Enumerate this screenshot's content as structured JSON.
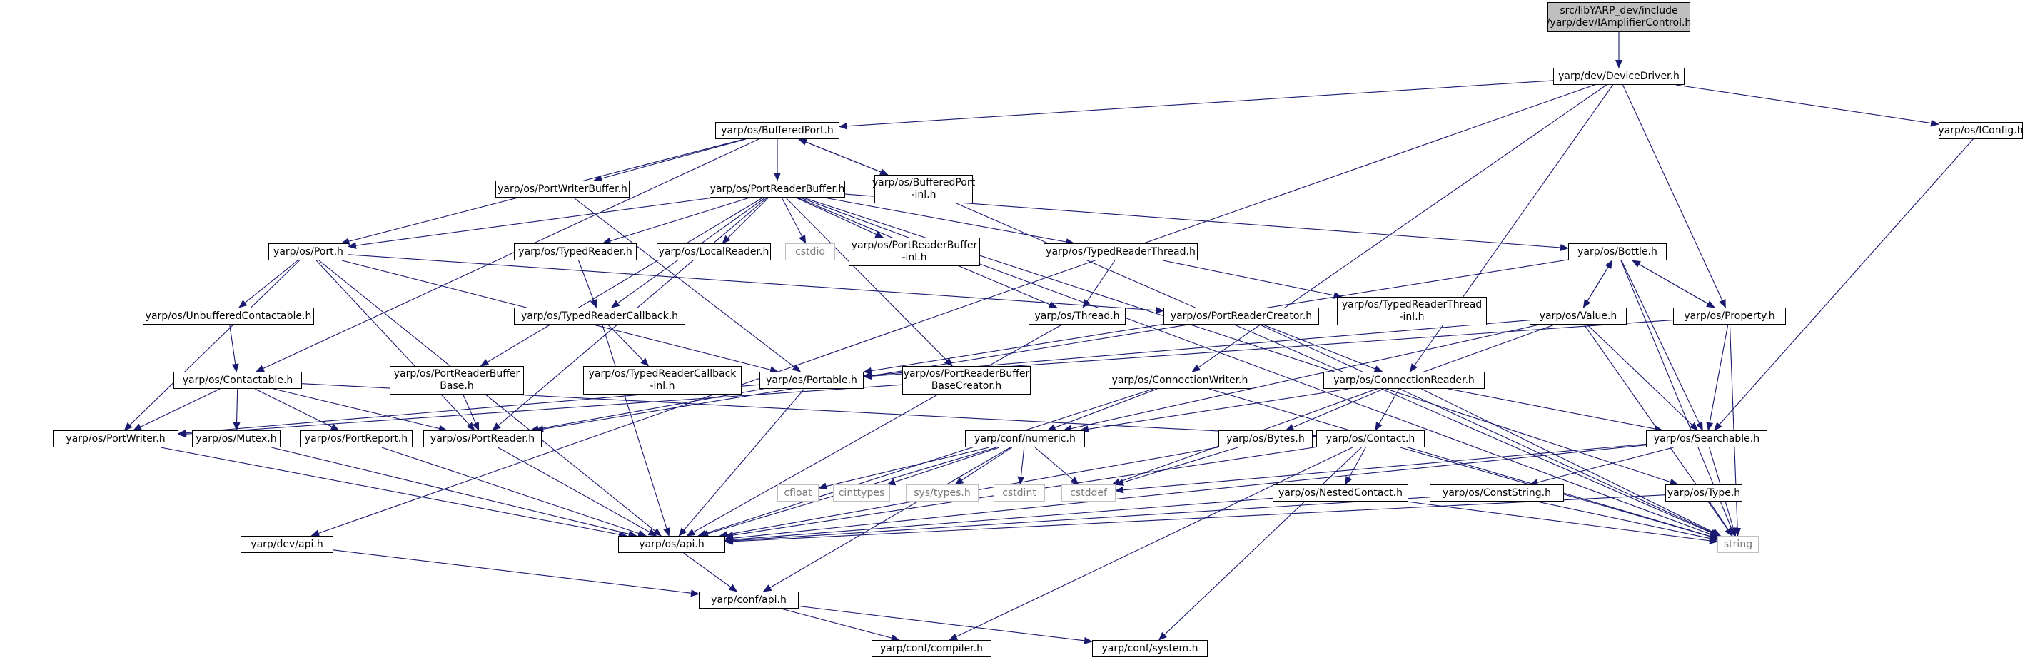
{
  "graph": {
    "colors": {
      "edge": "#191970",
      "border": "#000000",
      "root_fill": "#bfbfbf",
      "system_border": "#bfbfbf",
      "system_text": "#7a7a7a"
    },
    "nodes": [
      {
        "id": "root",
        "label": "src/libYARP_dev/include\n/yarp/dev/IAmplifierControl.h",
        "kind": "root"
      },
      {
        "id": "devdriver",
        "label": "yarp/dev/DeviceDriver.h"
      },
      {
        "id": "bufport",
        "label": "yarp/os/BufferedPort.h"
      },
      {
        "id": "iconfig",
        "label": "yarp/os/IConfig.h"
      },
      {
        "id": "pwbuf",
        "label": "yarp/os/PortWriterBuffer.h"
      },
      {
        "id": "prbuf",
        "label": "yarp/os/PortReaderBuffer.h"
      },
      {
        "id": "bufportinl",
        "label": "yarp/os/BufferedPort\n-inl.h"
      },
      {
        "id": "port",
        "label": "yarp/os/Port.h"
      },
      {
        "id": "typedreader",
        "label": "yarp/os/TypedReader.h"
      },
      {
        "id": "localreader",
        "label": "yarp/os/LocalReader.h"
      },
      {
        "id": "cstdio",
        "label": "cstdio",
        "kind": "sys"
      },
      {
        "id": "prbufinl",
        "label": "yarp/os/PortReaderBuffer\n-inl.h"
      },
      {
        "id": "trthread",
        "label": "yarp/os/TypedReaderThread.h"
      },
      {
        "id": "bottle",
        "label": "yarp/os/Bottle.h"
      },
      {
        "id": "unbuf",
        "label": "yarp/os/UnbufferedContactable.h"
      },
      {
        "id": "trcb",
        "label": "yarp/os/TypedReaderCallback.h"
      },
      {
        "id": "thread",
        "label": "yarp/os/Thread.h"
      },
      {
        "id": "prcreator",
        "label": "yarp/os/PortReaderCreator.h"
      },
      {
        "id": "trthreadinl",
        "label": "yarp/os/TypedReaderThread\n-inl.h"
      },
      {
        "id": "value",
        "label": "yarp/os/Value.h"
      },
      {
        "id": "property",
        "label": "yarp/os/Property.h"
      },
      {
        "id": "contactable",
        "label": "yarp/os/Contactable.h"
      },
      {
        "id": "prbufbase",
        "label": "yarp/os/PortReaderBuffer\nBase.h"
      },
      {
        "id": "trcbinl",
        "label": "yarp/os/TypedReaderCallback\n-inl.h"
      },
      {
        "id": "portable",
        "label": "yarp/os/Portable.h"
      },
      {
        "id": "prbufbasecreator",
        "label": "yarp/os/PortReaderBuffer\nBaseCreator.h"
      },
      {
        "id": "connwriter",
        "label": "yarp/os/ConnectionWriter.h"
      },
      {
        "id": "connreader",
        "label": "yarp/os/ConnectionReader.h"
      },
      {
        "id": "portwriter",
        "label": "yarp/os/PortWriter.h"
      },
      {
        "id": "mutex",
        "label": "yarp/os/Mutex.h"
      },
      {
        "id": "portreport",
        "label": "yarp/os/PortReport.h"
      },
      {
        "id": "portreader",
        "label": "yarp/os/PortReader.h"
      },
      {
        "id": "numeric",
        "label": "yarp/conf/numeric.h"
      },
      {
        "id": "bytes",
        "label": "yarp/os/Bytes.h"
      },
      {
        "id": "contact",
        "label": "yarp/os/Contact.h"
      },
      {
        "id": "searchable",
        "label": "yarp/os/Searchable.h"
      },
      {
        "id": "cfloat",
        "label": "cfloat",
        "kind": "sys"
      },
      {
        "id": "cinttypes",
        "label": "cinttypes",
        "kind": "sys"
      },
      {
        "id": "systypes",
        "label": "sys/types.h",
        "kind": "sys"
      },
      {
        "id": "cstdint",
        "label": "cstdint",
        "kind": "sys"
      },
      {
        "id": "cstddef",
        "label": "cstddef",
        "kind": "sys"
      },
      {
        "id": "nested",
        "label": "yarp/os/NestedContact.h"
      },
      {
        "id": "conststring",
        "label": "yarp/os/ConstString.h"
      },
      {
        "id": "type",
        "label": "yarp/os/Type.h"
      },
      {
        "id": "devapi",
        "label": "yarp/dev/api.h"
      },
      {
        "id": "osapi",
        "label": "yarp/os/api.h"
      },
      {
        "id": "string",
        "label": "string",
        "kind": "sys"
      },
      {
        "id": "confapi",
        "label": "yarp/conf/api.h"
      },
      {
        "id": "compiler",
        "label": "yarp/conf/compiler.h"
      },
      {
        "id": "system",
        "label": "yarp/conf/system.h"
      }
    ],
    "edges": [
      [
        "root",
        "devdriver"
      ],
      [
        "devdriver",
        "bufport"
      ],
      [
        "devdriver",
        "iconfig"
      ],
      [
        "devdriver",
        "property"
      ],
      [
        "devdriver",
        "devapi"
      ],
      [
        "devdriver",
        "connwriter"
      ],
      [
        "devdriver",
        "connreader"
      ],
      [
        "bufport",
        "pwbuf"
      ],
      [
        "bufport",
        "prbuf"
      ],
      [
        "bufport",
        "bufportinl"
      ],
      [
        "bufport",
        "port"
      ],
      [
        "bufport",
        "contactable"
      ],
      [
        "bufportinl",
        "bufport"
      ],
      [
        "bufportinl",
        "string"
      ],
      [
        "iconfig",
        "searchable"
      ],
      [
        "pwbuf",
        "portable"
      ],
      [
        "prbuf",
        "port"
      ],
      [
        "prbuf",
        "typedreader"
      ],
      [
        "prbuf",
        "localreader"
      ],
      [
        "prbuf",
        "cstdio"
      ],
      [
        "prbuf",
        "prbufinl"
      ],
      [
        "prbuf",
        "trthread"
      ],
      [
        "prbuf",
        "bottle"
      ],
      [
        "prbuf",
        "trcb"
      ],
      [
        "prbuf",
        "thread"
      ],
      [
        "prbuf",
        "prbufbase"
      ],
      [
        "prbuf",
        "prbufbasecreator"
      ],
      [
        "prbuf",
        "portreader"
      ],
      [
        "prbuf",
        "string"
      ],
      [
        "prbuf",
        "type"
      ],
      [
        "port",
        "unbuf"
      ],
      [
        "port",
        "portable"
      ],
      [
        "port",
        "portreader"
      ],
      [
        "port",
        "portwriter"
      ],
      [
        "port",
        "prcreator"
      ],
      [
        "port",
        "osapi"
      ],
      [
        "typedreader",
        "trcb"
      ],
      [
        "trthread",
        "thread"
      ],
      [
        "trthread",
        "trthreadinl"
      ],
      [
        "bottle",
        "value"
      ],
      [
        "bottle",
        "property"
      ],
      [
        "bottle",
        "portable"
      ],
      [
        "bottle",
        "searchable"
      ],
      [
        "bottle",
        "string"
      ],
      [
        "value",
        "bottle"
      ],
      [
        "value",
        "portable"
      ],
      [
        "value",
        "searchable"
      ],
      [
        "value",
        "numeric"
      ],
      [
        "value",
        "cstddef"
      ],
      [
        "value",
        "string"
      ],
      [
        "property",
        "bottle"
      ],
      [
        "property",
        "portable"
      ],
      [
        "property",
        "searchable"
      ],
      [
        "property",
        "string"
      ],
      [
        "unbuf",
        "contactable"
      ],
      [
        "trcb",
        "trcbinl"
      ],
      [
        "trcb",
        "osapi"
      ],
      [
        "thread",
        "osapi"
      ],
      [
        "prcreator",
        "connreader"
      ],
      [
        "prcreator",
        "portreader"
      ],
      [
        "prcreator",
        "string"
      ],
      [
        "contactable",
        "portwriter"
      ],
      [
        "contactable",
        "mutex"
      ],
      [
        "contactable",
        "portreport"
      ],
      [
        "contactable",
        "portreader"
      ],
      [
        "contactable",
        "contact"
      ],
      [
        "prbufbase",
        "portreader"
      ],
      [
        "prbufbasecreator",
        "portwriter"
      ],
      [
        "portable",
        "portreader"
      ],
      [
        "portable",
        "portwriter"
      ],
      [
        "portable",
        "osapi"
      ],
      [
        "connwriter",
        "numeric"
      ],
      [
        "connwriter",
        "osapi"
      ],
      [
        "connwriter",
        "string"
      ],
      [
        "connreader",
        "searchable"
      ],
      [
        "connreader",
        "bytes"
      ],
      [
        "connreader",
        "contact"
      ],
      [
        "connreader",
        "numeric"
      ],
      [
        "connreader",
        "string"
      ],
      [
        "portwriter",
        "osapi"
      ],
      [
        "mutex",
        "osapi"
      ],
      [
        "portreport",
        "osapi"
      ],
      [
        "portreader",
        "osapi"
      ],
      [
        "numeric",
        "osapi"
      ],
      [
        "numeric",
        "confapi"
      ],
      [
        "numeric",
        "cfloat"
      ],
      [
        "numeric",
        "cinttypes"
      ],
      [
        "numeric",
        "systypes"
      ],
      [
        "numeric",
        "cstdint"
      ],
      [
        "numeric",
        "cstddef"
      ],
      [
        "bytes",
        "osapi"
      ],
      [
        "bytes",
        "cstddef"
      ],
      [
        "contact",
        "nested"
      ],
      [
        "contact",
        "osapi"
      ],
      [
        "contact",
        "string"
      ],
      [
        "contact",
        "compiler"
      ],
      [
        "contact",
        "system"
      ],
      [
        "searchable",
        "conststring"
      ],
      [
        "searchable",
        "osapi"
      ],
      [
        "searchable",
        "cstddef"
      ],
      [
        "searchable",
        "string"
      ],
      [
        "nested",
        "osapi"
      ],
      [
        "nested",
        "string"
      ],
      [
        "conststring",
        "osapi"
      ],
      [
        "conststring",
        "string"
      ],
      [
        "type",
        "osapi"
      ],
      [
        "type",
        "string"
      ],
      [
        "devapi",
        "confapi"
      ],
      [
        "osapi",
        "confapi"
      ],
      [
        "confapi",
        "compiler"
      ],
      [
        "confapi",
        "system"
      ]
    ]
  }
}
